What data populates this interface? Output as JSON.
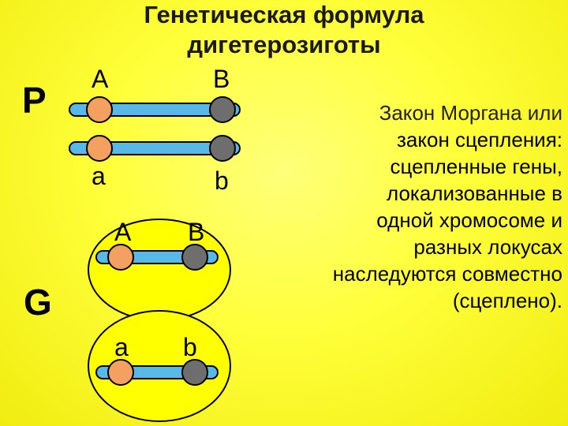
{
  "title": {
    "line1": "Генетическая формула",
    "line2": "дигетерозиготы"
  },
  "parent_label": "P",
  "gamete_label": "G",
  "parent_genes": {
    "top_left": "A",
    "top_right": "B",
    "bottom_left": "a",
    "bottom_right": "b"
  },
  "gamete_genes": {
    "top_left": "A",
    "top_right": "B",
    "bottom_left": "a",
    "bottom_right": "b"
  },
  "law_text": {
    "line1": "Закон Моргана или",
    "line2": "закон сцепления:",
    "line3": "сцепленные гены,",
    "line4": "локализованные в",
    "line5": "одной хромосоме и",
    "line6": "разных локусах",
    "line7": "наследуются совместно",
    "line8": "(сцеплено)."
  },
  "colors": {
    "background": "#ffff40",
    "chromosome": "#58b8e8",
    "allele_dominant_a": "#f4a060",
    "allele_b": "#6e6e6e",
    "cell_fill": "#ffff00"
  }
}
